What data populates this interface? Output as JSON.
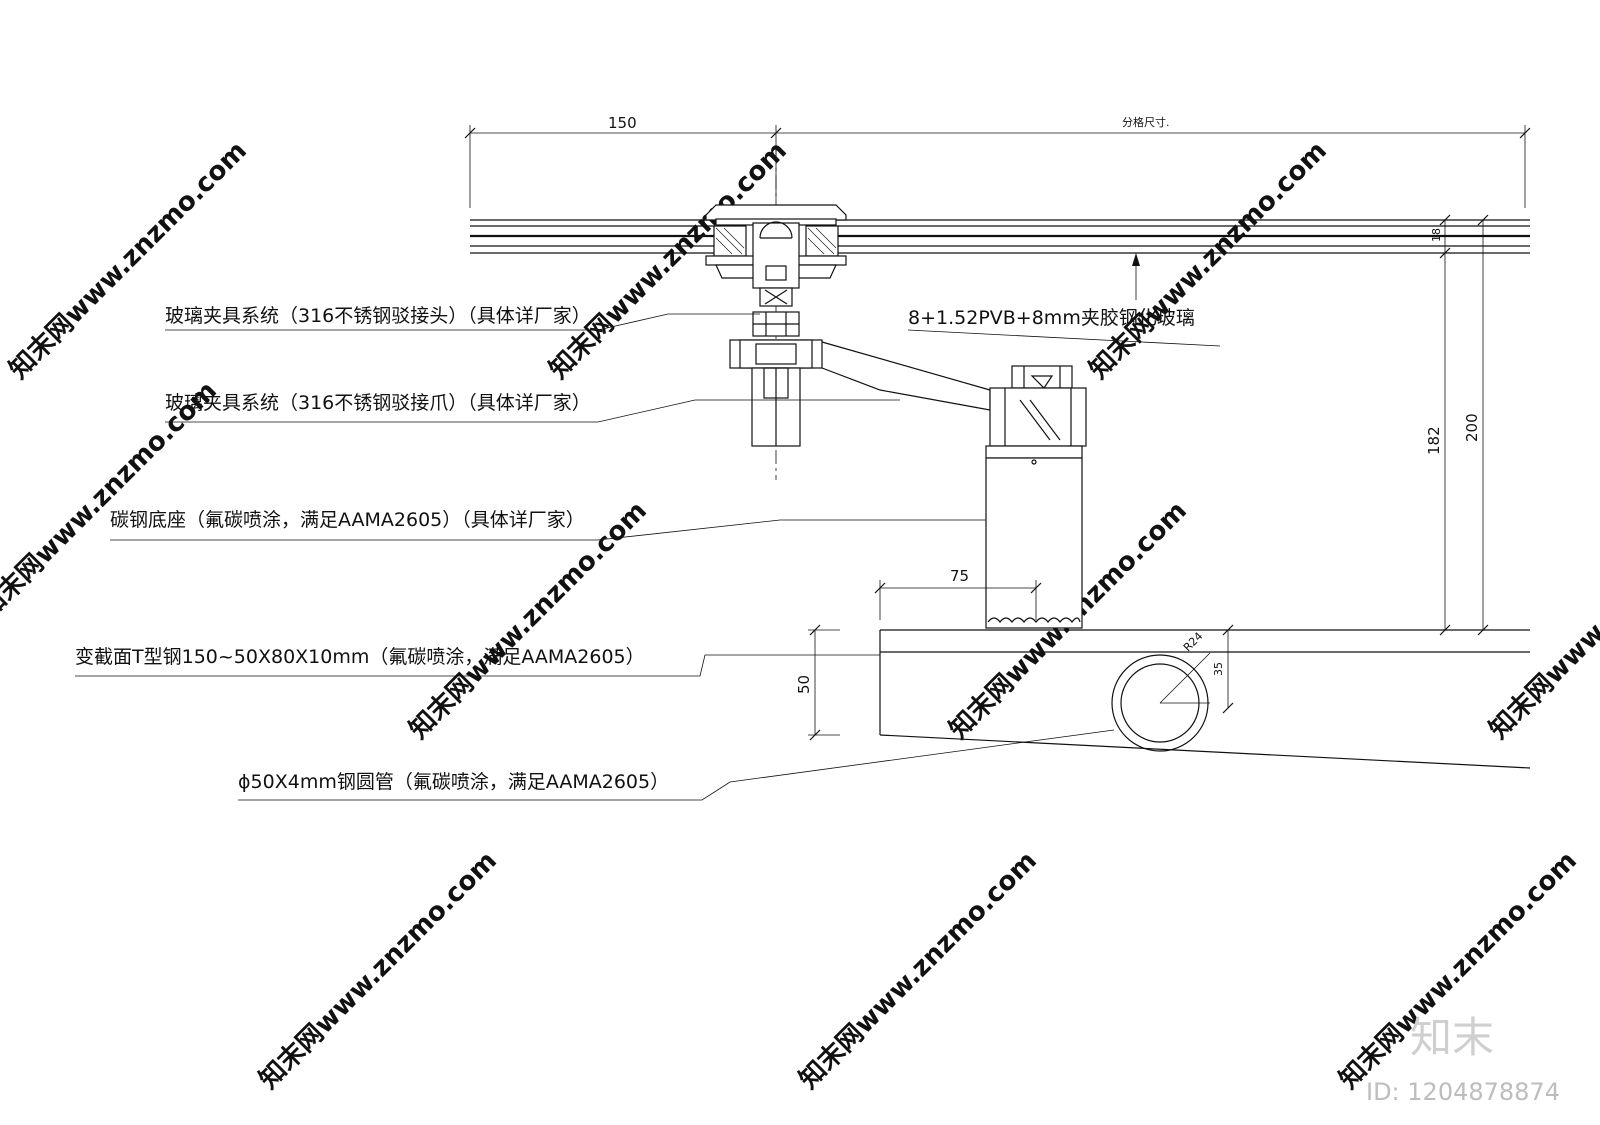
{
  "dimensions": {
    "left_span": "150",
    "right_span": "分格尺寸.",
    "glass_thickness": "18",
    "height_total": "200",
    "height_inner": "182",
    "offset": "75",
    "beam_height": "50",
    "radius": "R24",
    "tube_offset": "35"
  },
  "labels": {
    "glass_spec": "8+1.52PVB+8mm夹胶钢化玻璃",
    "connector_head": "玻璃夹具系统（316不锈钢驳接头）（具体详厂家）",
    "connector_claw": "玻璃夹具系统（316不锈钢驳接爪）（具体详厂家）",
    "steel_base": "碳钢底座（氟碳喷涂，满足AAMA2605）（具体详厂家）",
    "t_beam": "变截面T型钢150~50X80X10mm（氟碳喷涂，满足AAMA2605）",
    "round_tube": "ϕ50X4mm钢圆管（氟碳喷涂，满足AAMA2605）"
  },
  "watermark": {
    "site": "知末网www.znzmo.com",
    "logo": "知末",
    "id": "ID: 1204878874"
  }
}
